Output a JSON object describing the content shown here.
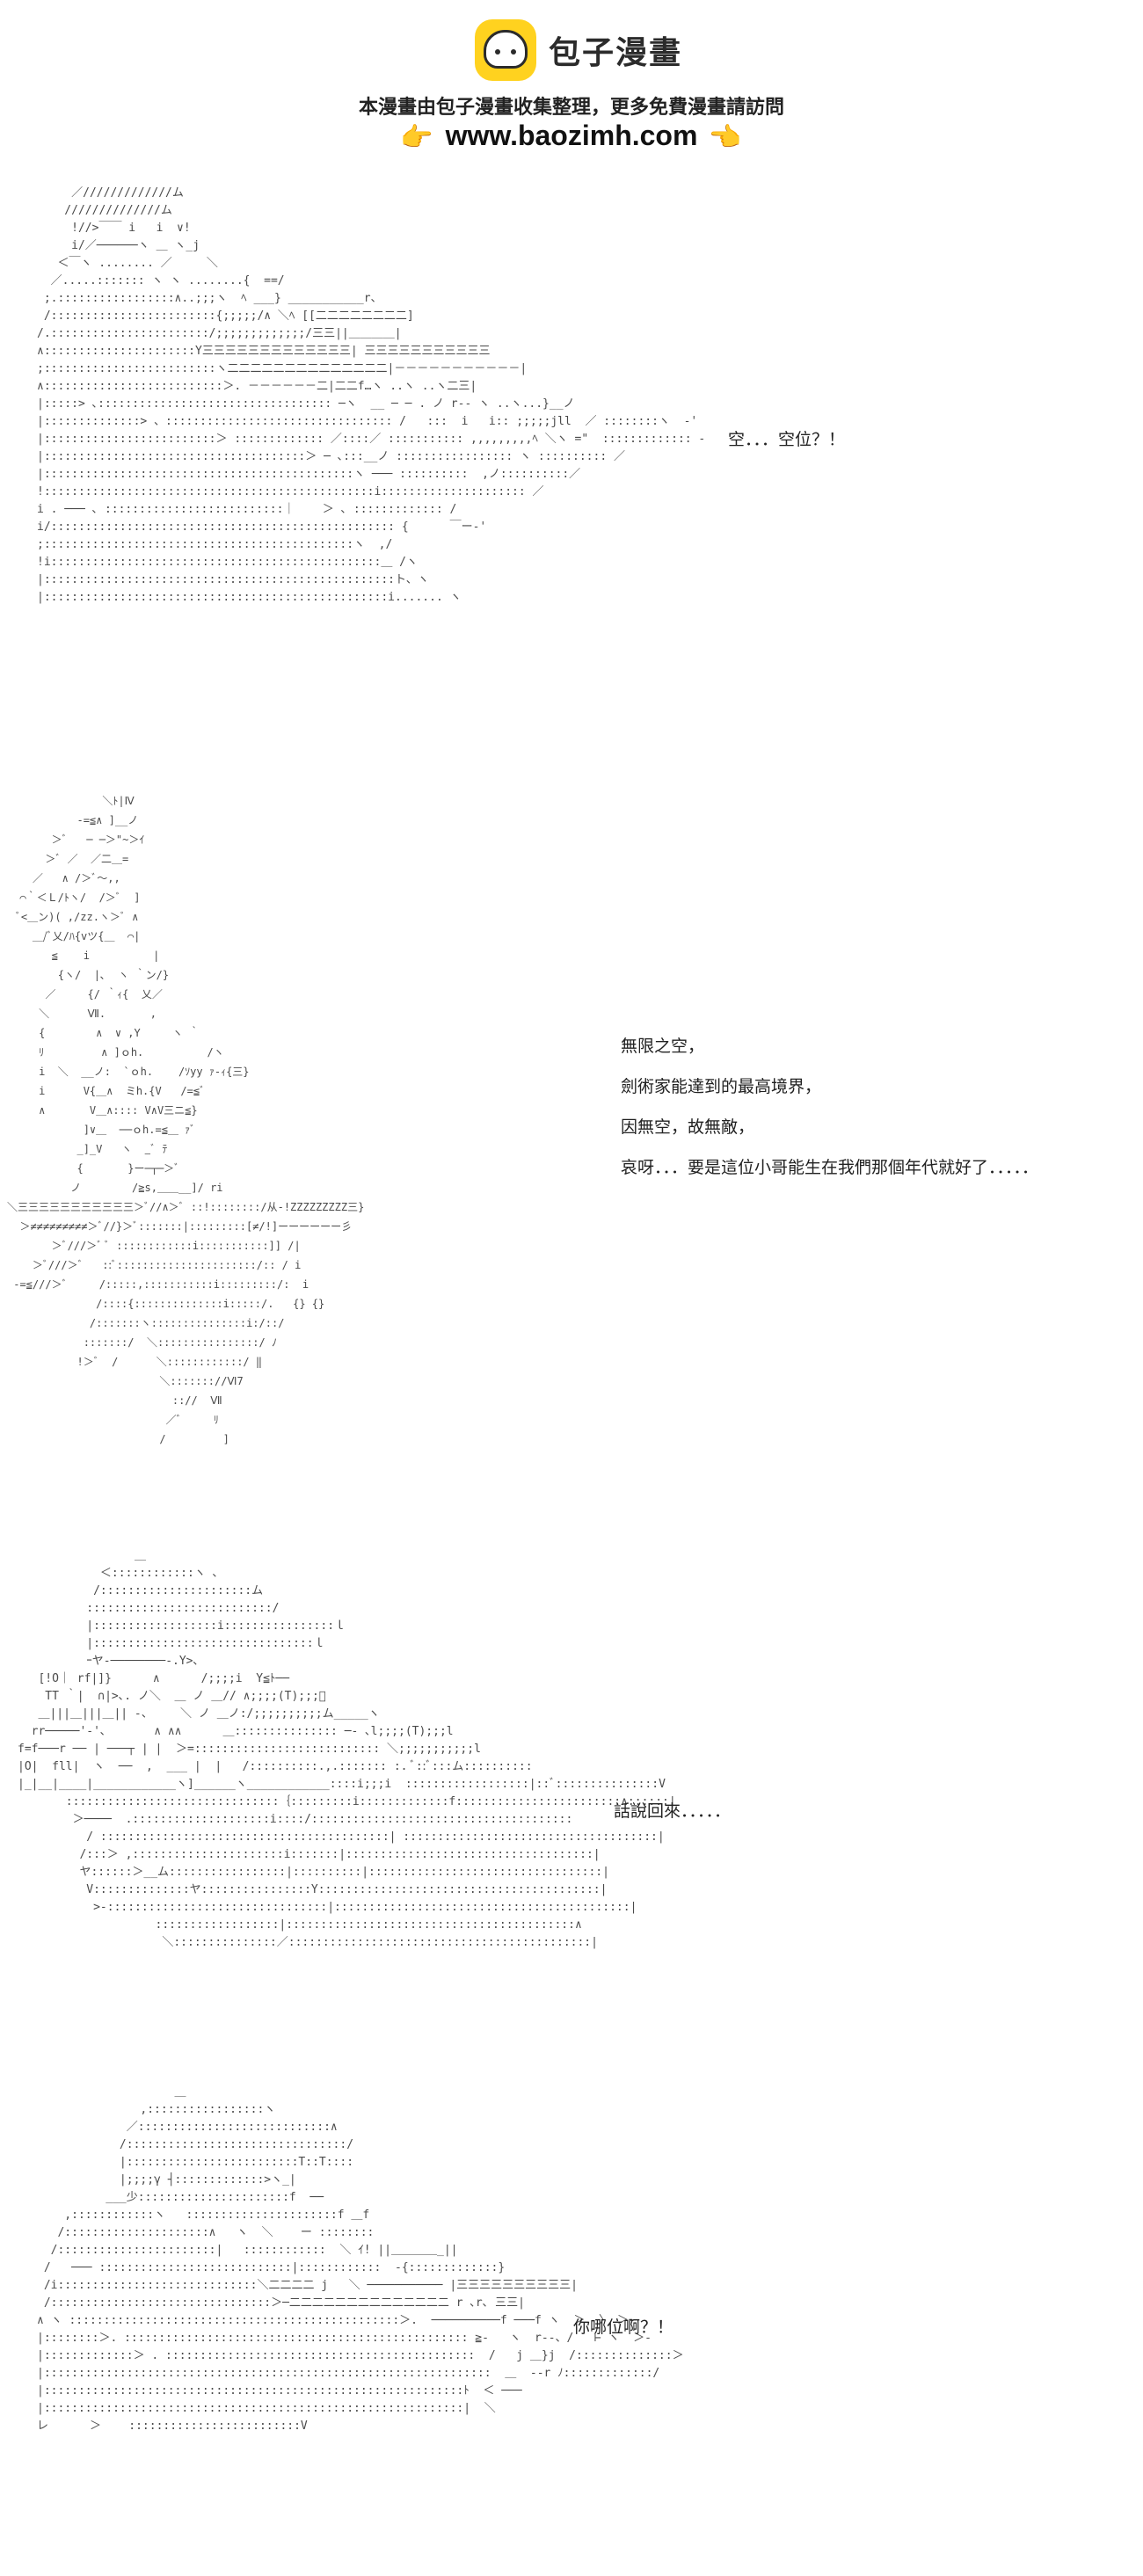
{
  "header": {
    "brand": "包子漫畫",
    "subtitle": "本漫畫由包子漫畫收集整理，更多免費漫畫請訪問",
    "url": "www.baozimh.com",
    "hand_icon": "👉"
  },
  "panels": [
    {
      "art": "     ／/////////////ム\n    //////////////ム\n     !//>￣￣ i   i  ∨!\n     i/／──────ヽ ＿ ヽ_j\n   ＜￣ヽ ........ ／     ＼\n  ／.....::::::: ヽ ヽ ........{  ==/\n ;.:::::::::::::::::∧..;;;ヽ  ﾍ ___} ___________r、\n /::::::::::::::::::::::::{;;;;;/∧ ＼ﾍ [[二二二二二二二二]\n/.:::::::::::::::::::::::/;;;;;;;;;;;;;/三三||＿＿＿＿|\n∧::::::::::::::::::::::Y三三三三三三三三三三三三三| 三三三三三三三三三三三\n;:::::::::::::::::::::::::ヽ二二二二二二二二二二二二二二|－－－－－－－－－－－|\n∧::::::::::::::::::::::::::＞. －－－－－－二|二二f…ヽ ..ヽ ..ヽ二三|\n|:::::> ､:::::::::::::::::::::::::::::::::: ─ヽ  __ ─ ─ . ノ r‐‐ ヽ ..ヽ...}__ノ\n|::::::::::::::> 、::::::::::::::::::::::::::::::::: /   :::  i   i:: ;;;;;jll  ／ ::::::::ヽ  -'\n|:::::::::::::::::::::::::＞ ::::::::::::: ／::::／ ::::::::::: ,,,,,,,,,ﾍ ＼ヽ =\"  ::::::::::::: -\n|::::::::::::::::::::::::::::::::::::::＞ ─ ､:::__ノ ::::::::::::::::: ヽ :::::::::: ／\n|:::::::::::::::::::::::::::::::::::::::::::::ヽ ─── ::::::::::  ,ノ::::::::::／\n!::::::::::::::::::::::::::::::::::::::::::::::::i::::::::::::::::::::: ／\ni . ─── ､ ::::::::::::::::::::::::::｜    ＞ ､ ::::::::::::: /\ni/:::::::::::::::::::::::::::::::::::::::::::::::::: {      ￣ー‐'\n;:::::::::::::::::::::::::::::::::::::::::::::ヽ  ,/\n!i::::::::::::::::::::::::::::::::::::::::::::::::＿ /ヽ\n|:::::::::::::::::::::::::::::::::::::::::::::::::::ト、ヽ\n|::::::::::::::::::::::::::::::::::::::::::::::::::i....... ヽ",
      "lines": [
        "空．．．空位？！"
      ]
    },
    {
      "art": "               ＼ﾄ|Ⅳ\n           -=≦∧ ]__ノ\n       ＞ﾞ   ─ ─＞\"~＞ｲ\n      ＞ﾞ ／  ／二＿=\n    ／   ∧ /＞ﾞ～,,\n  ⌒｀＜Ｌ/ﾄヽ/  /＞ﾞ  ]\n  ﾞ<＿ン)( ,/zz.ヽ＞ﾞ ∧\n    ＿/ﾞ乂/ﾊ{vツ{＿  ⌒|\n       ≦    i          |\n        {ヽ/  |､  ヽ ｀ン/}\n      ／     {/ ｀ｨ{  乂／\n     ＼      Ⅶ.       ,\n     {        ∧  ∨ ,Y     ヽ ｀\n     ﾘ         ∧ ]ｏh.          /ヽ\n     i  ＼  __ノ:  `ｏh.    /ｿyy ｧ-ｨ{三}\n     i      V{＿∧  ミh.{V   /=≦ﾞ\n     ∧       V＿∧:::: V∧V三ニ≦}\n            ]∨＿  ──ｏh.=≦＿ ｧﾞ\n           _]_V   ヽ  _ﾞ ﾃ\n           {       }ー─┬─＞ﾞ\n          ノ        /≧s,＿＿__]/ ri\n＼三三三三三三三三三三三＞ﾞ//∧＞ﾞ ::!::::::::/从-!ZZZZZZZZZ三}\n  ＞≠≠≠≠≠≠≠≠≠＞ﾞ//}＞ﾞ:::::::|:::::::::[≠/!]ーーーーーー彡\n       ＞ﾞ///＞ﾞ ﾞ ::::::::::::i:::::::::::]] /|\n    ＞ﾞ///＞ﾞ   ::ﾞ::::::::::::::::::::::/:: / i\n -=≦///＞ﾞ     /:::::,:::::::::::i:::::::::/:  i\n              /::::{::::::::::::::i:::::/.   {} {}\n             /:::::::ヽ:::::::::::::::i:/::/\n            :::::::/  ＼::::::::::::::::/ ﾉ\n           !＞ﾞ  /      ＼::::::::::::/ ‖\n                        ＼::::::://Ⅵ7\n                          :://  Ⅶ\n                         ／ﾞ     ﾘ\n                        /         ]",
      "lines": [
        "無限之空，",
        "劍術家能達到的最高境界，",
        "因無空，故無敵，",
        "哀呀．．．要是這位小哥能生在我們那個年代就好了．．．．．"
      ]
    },
    {
      "art": "                 ＿\n            ＜::::::::::::ヽ ､\n           /::::::::::::::::::::::ム\n          :::::::::::::::::::::::::::/\n          |::::::::::::::::::i::::::::::::::::ｌ\n          |::::::::::::::::::::::::::::::::ｌ\n          ｰヤ‐────────‐.Y>､\n   [!O｜ rf|]}      ∧      /;;;;i  Y≦ﾄ──\n    TT ｀|  ∩|>､. ノ＼  ＿ ノ ＿// ∧;;;;(T);;;ﾞ\n   ＿|||＿|||＿|| -、    ＼ ノ ＿ノ:/;;;;;;;;;;ム_____ヽ\n  rr─────'-'､       ∧ ∧∧      ＿::::::::::::::: ─‐ ､l;;;;(T);;;l\nf=f───r ── | ───┬ | |  ＞=::::::::::::::::::::::::::: ＼;;;;;;;;;;;l\n|O|  fll|  ヽ  ──  ,  ___ |  |   /::::::::::.,.::::::: :. ﾞ::ﾞ:::ム::::::::::\n|_|__|____|____________ヽ]______ヽ____________::::i;;;i  ::::::::::::::::::|::ﾞ:::::::::::::::V\n       :::::::::::::::::::::::::::::::｛:::::::::i:::::::::::::f::::::::::::::::::::::::∧::::::|\n        ＞────  .::::::::::::::::::::i::::/::::::::::::::::::::::::::::::::::::::\n          / ::::::::::::::::::::::::::::::::::::::::::| :::::::::::::::::::::::::::::::::::::|\n         /:::＞ ,::::::::::::::::::::::i:::::::|::::::::::::::::::::::::::::::::::::|\n         ヤ::::::＞__ム:::::::::::::::::|::::::::::|::::::::::::::::::::::::::::::::::|\n          V::::::::::::::ヤ::::::::::::::::Y:::::::::::::::::::::::::::::::::::::::::|\n           >-::::::::::::::::::::::::::::::::|:::::::::::::::::::::::::::::::::::::::::::|\n                    ::::::::::::::::::|::::::::::::::::::::::::::::::::::::::::::∧\n                     ＼:::::::::::::::／::::::::::::::::::::::::::::::::::::::::::::|",
      "lines": [
        "話說回來．．．．．"
      ]
    },
    {
      "art": "                    ＿\n               ,:::::::::::::::::ヽ\n             ／::::::::::::::::::::::::::::∧\n            /::::::::::::::::::::::::::::::::/\n            |:::::::::::::::::::::::::T::T::::\n            |;;;;γ ┤:::::::::::::>ヽ_|\n          ___少::::::::::::::::::::::f  ──\n    ,::::::::::::ヽ   ::::::::::::::::::::::f ＿f\n   /:::::::::::::::::::::∧   ヽ  ＼    ー ::::::::\n  /:::::::::::::::::::::::|   ::::::::::::  ＼ ｲ! ||＿＿＿＿_||\n /   ─── ::::::::::::::::::::::::::::|::::::::::::  -{:::::::::::::}\n /i:::::::::::::::::::::::::::::＼二二二二 j   ＼ ─────────── |三三三三三三三三三三|\n /::::::::::::::::::::::::::::::::＞─二二二二二二二二二二二二二二 r ､r､ 三三|\n∧ ヽ ::::::::::::::::::::::::::::::::::::::::::::::::＞.  ──────────f ───f ヽ  ＞  〉 ＞-\n|::::::::＞. :::::::::::::::::::::::::::::::::::::::::::::::::: ≧-   ヽ  r--、/   ⊢ ヽ  ＞-\n|:::::::::::::＞ . :::::::::::::::::::::::::::::::::::::::::::::  /   j ＿}j  /::::::::::::::＞\n|:::::::::::::::::::::::::::::::::::::::::::::::::::::::::::::::::  ＿  --r ﾉ:::::::::::::/\n|:::::::::::::::::::::::::::::::::::::::::::::::::::::::::::::ﾄ  ＜ ───\n|:::::::::::::::::::::::::::::::::::::::::::::::::::::::::::::|  ＼\nレ      ＞    :::::::::::::::::::::::::V",
      "lines": [
        "你哪位啊？！"
      ]
    }
  ]
}
